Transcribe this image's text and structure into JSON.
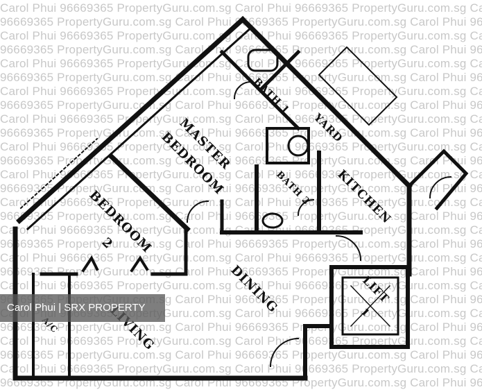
{
  "watermark": {
    "line_a": "Carol Phui 96669365 PropertyGuru.com.sg Carol Phui 96669365 PropertyGuru.com.sg Carol Phui 96669365 PropertyGuru.com.sg",
    "line_b": "96669365 PropertyGuru.com.sg Carol Phui 96669365 PropertyGuru.com.sg Carol Phui 96669365 PropertyGuru.com.sg Carol Phui"
  },
  "banner": {
    "text": "Carol Phui | SRX PROPERTY"
  },
  "rooms": {
    "bath1": "BATH 1",
    "yard": "YARD",
    "master_1": "MASTER",
    "master_2": "BEDROOM",
    "bath2": "BATH 2",
    "kitchen": "KITCHEN",
    "bedroom2_1": "BEDROOM",
    "bedroom2_2": "2",
    "dining": "DINING",
    "lift_1": "LIFT",
    "lift_2": "1",
    "living": "LIVING",
    "ac": "A/C"
  },
  "colors": {
    "walls": "#111111",
    "watermark": "#c8c8c8",
    "banner_bg": "#5a5a5a"
  }
}
